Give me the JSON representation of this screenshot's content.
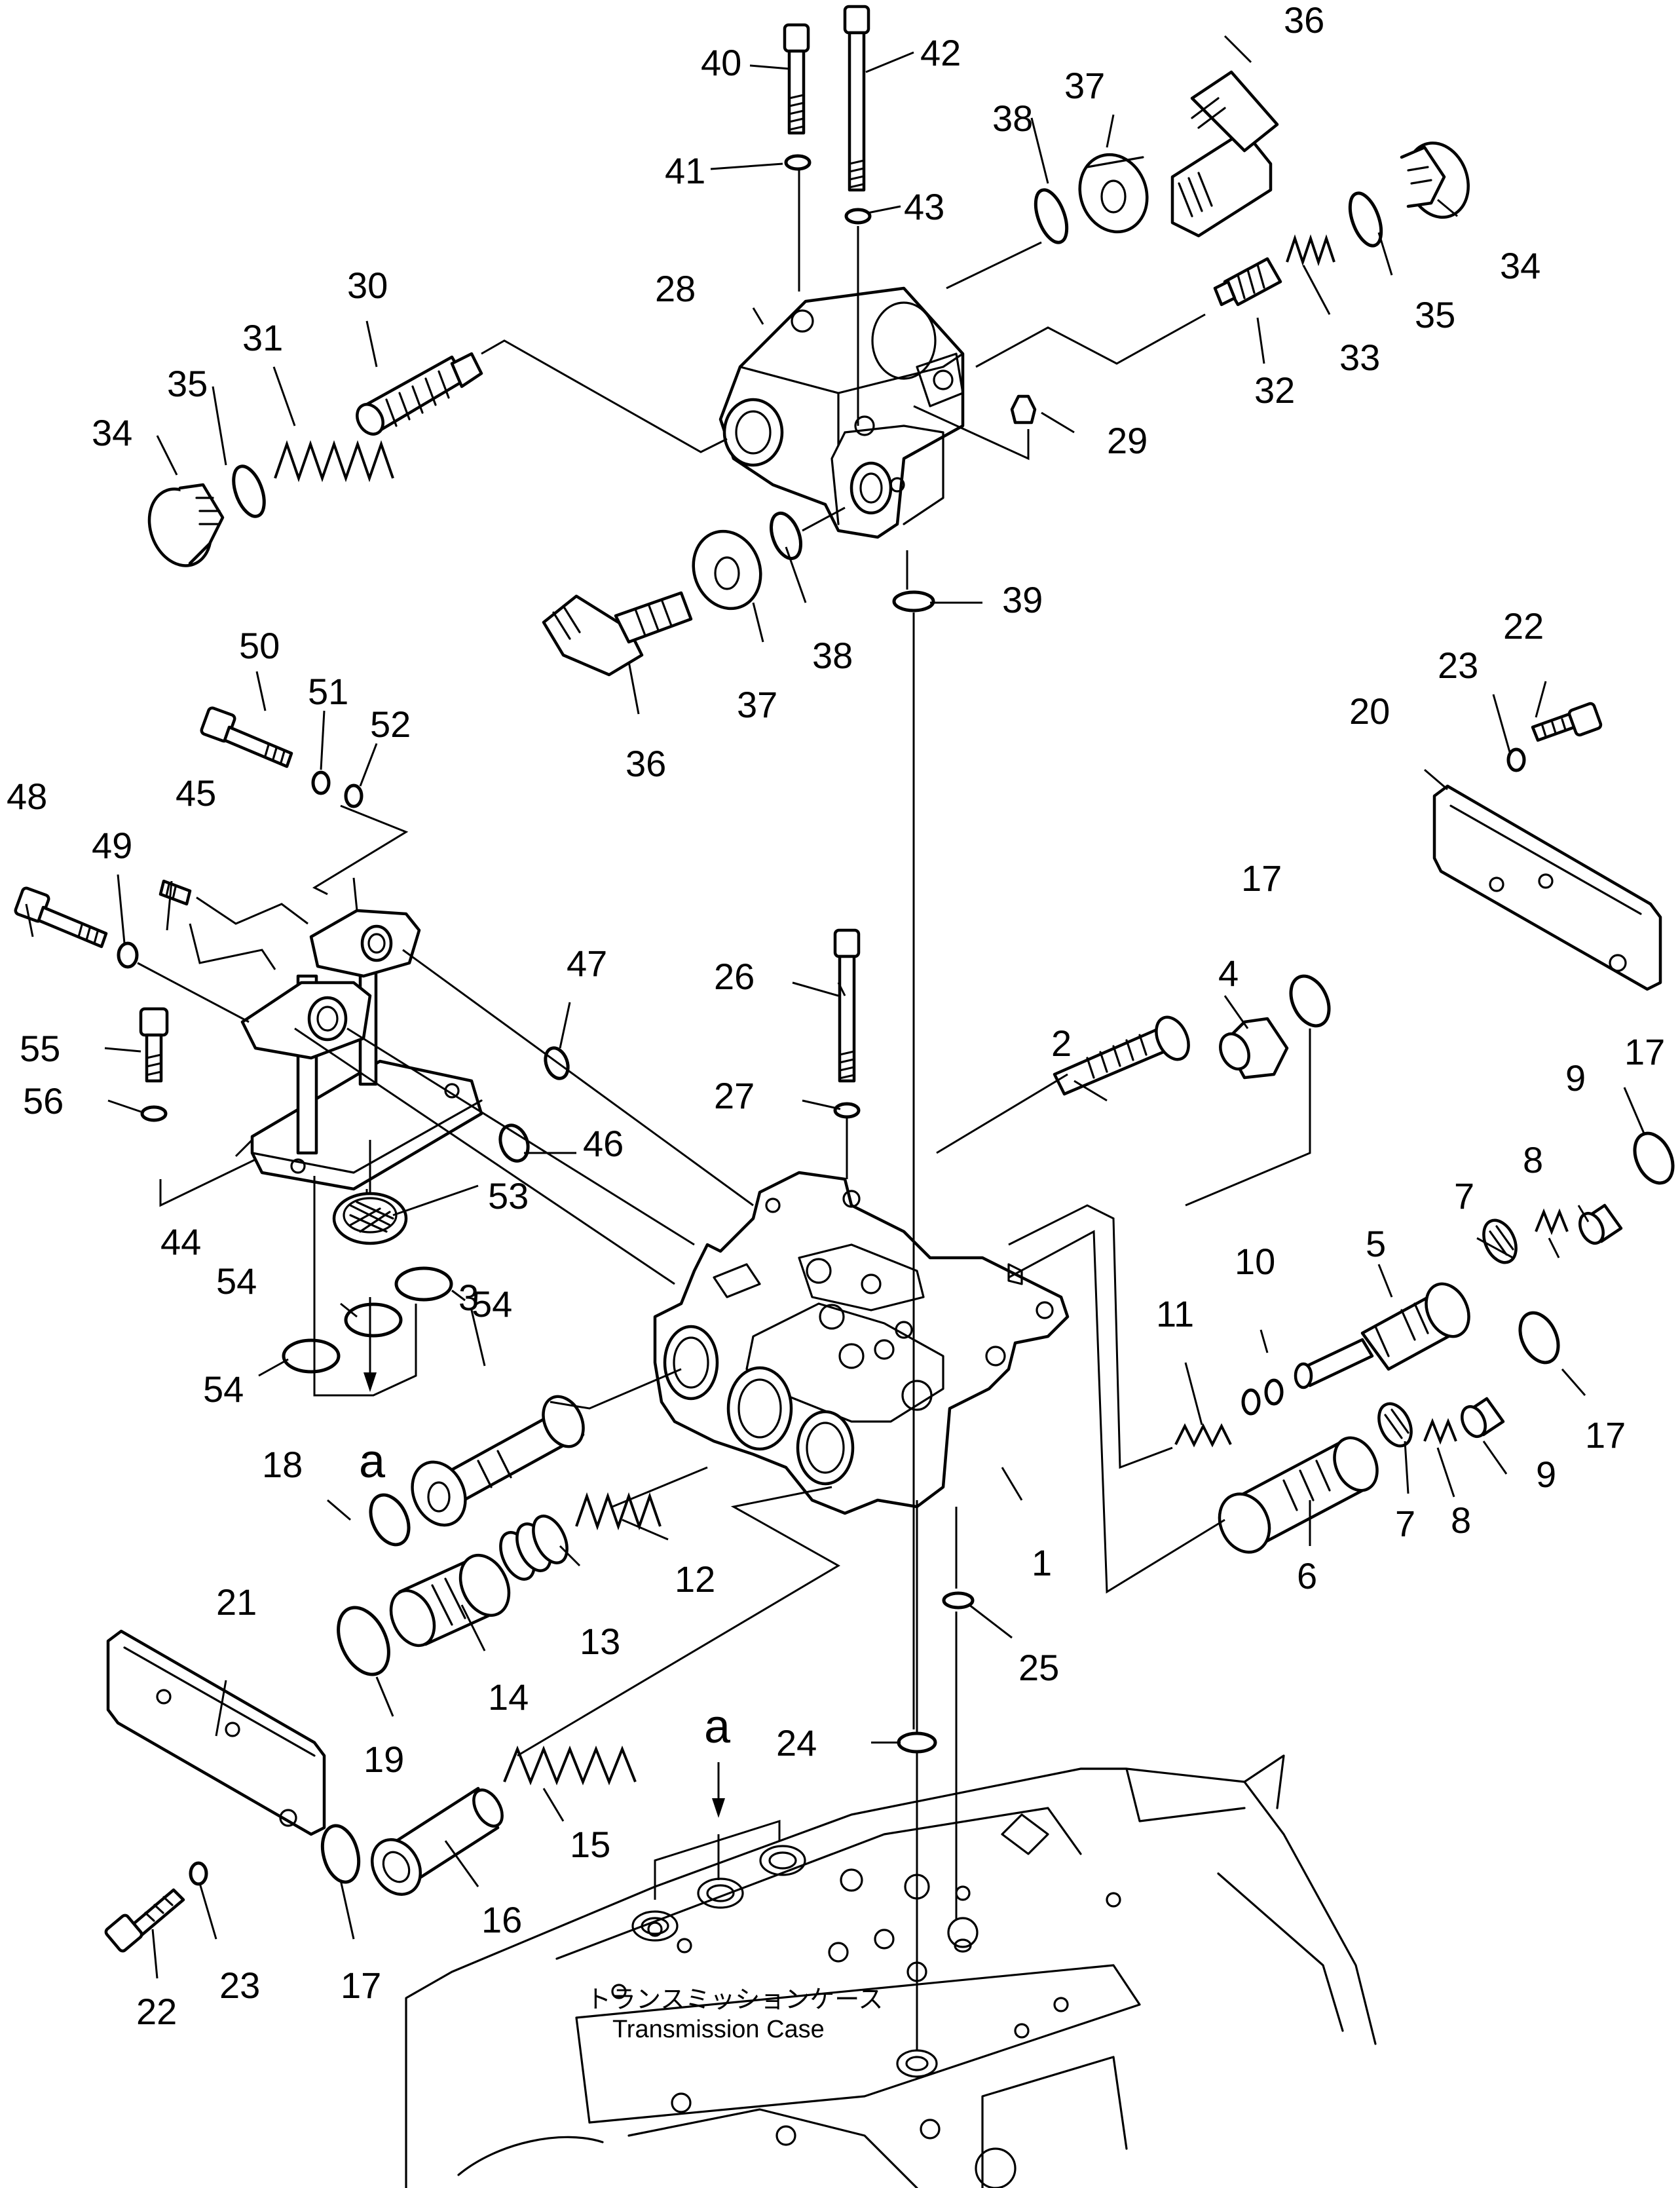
{
  "diagram": {
    "callouts": [
      "1",
      "2",
      "3",
      "4",
      "5",
      "6",
      "7",
      "8",
      "9",
      "10",
      "11",
      "12",
      "13",
      "14",
      "15",
      "16",
      "17",
      "18",
      "19",
      "20",
      "21",
      "22",
      "23",
      "24",
      "25",
      "26",
      "27",
      "28",
      "29",
      "30",
      "31",
      "32",
      "33",
      "34",
      "35",
      "36",
      "37",
      "38",
      "39",
      "40",
      "41",
      "42",
      "43",
      "44",
      "45",
      "46",
      "47",
      "48",
      "49",
      "50",
      "51",
      "52",
      "53",
      "54",
      "55",
      "56"
    ],
    "reference_mark": "a",
    "case_label_jp": "トランスミッションケース",
    "case_label_en": "Transmission Case"
  }
}
